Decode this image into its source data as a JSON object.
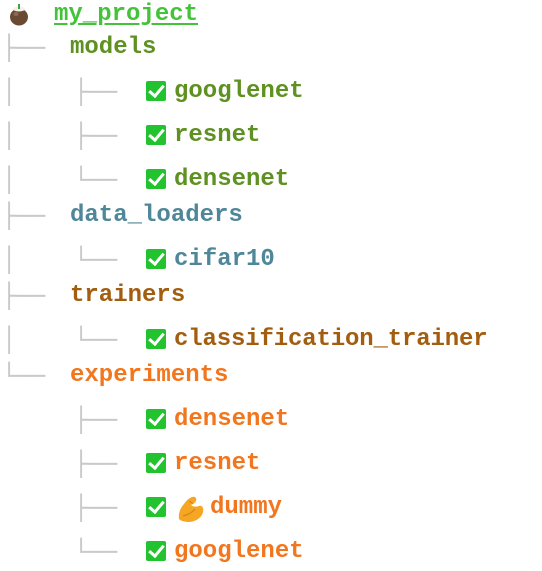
{
  "root": {
    "label": "my_project",
    "icon": "coconut-icon",
    "color": "#44c33a"
  },
  "colors": {
    "models": "#5e9121",
    "data_loaders": "#4f8799",
    "trainers": "#a35d0f",
    "experiments": "#f2761d",
    "guide": "#c9c9c9",
    "check": "#22c32e"
  },
  "tree": {
    "models": {
      "label": "models",
      "children": [
        "googlenet",
        "resnet",
        "densenet"
      ]
    },
    "data_loaders": {
      "label": "data_loaders",
      "children": [
        "cifar10"
      ]
    },
    "trainers": {
      "label": "trainers",
      "children": [
        "classification_trainer"
      ]
    },
    "experiments": {
      "label": "experiments",
      "children": [
        "densenet",
        "resnet",
        "dummy",
        "googlenet"
      ]
    }
  },
  "icons": {
    "check": "check-box-icon",
    "dummy": "flexed-biceps-icon"
  }
}
